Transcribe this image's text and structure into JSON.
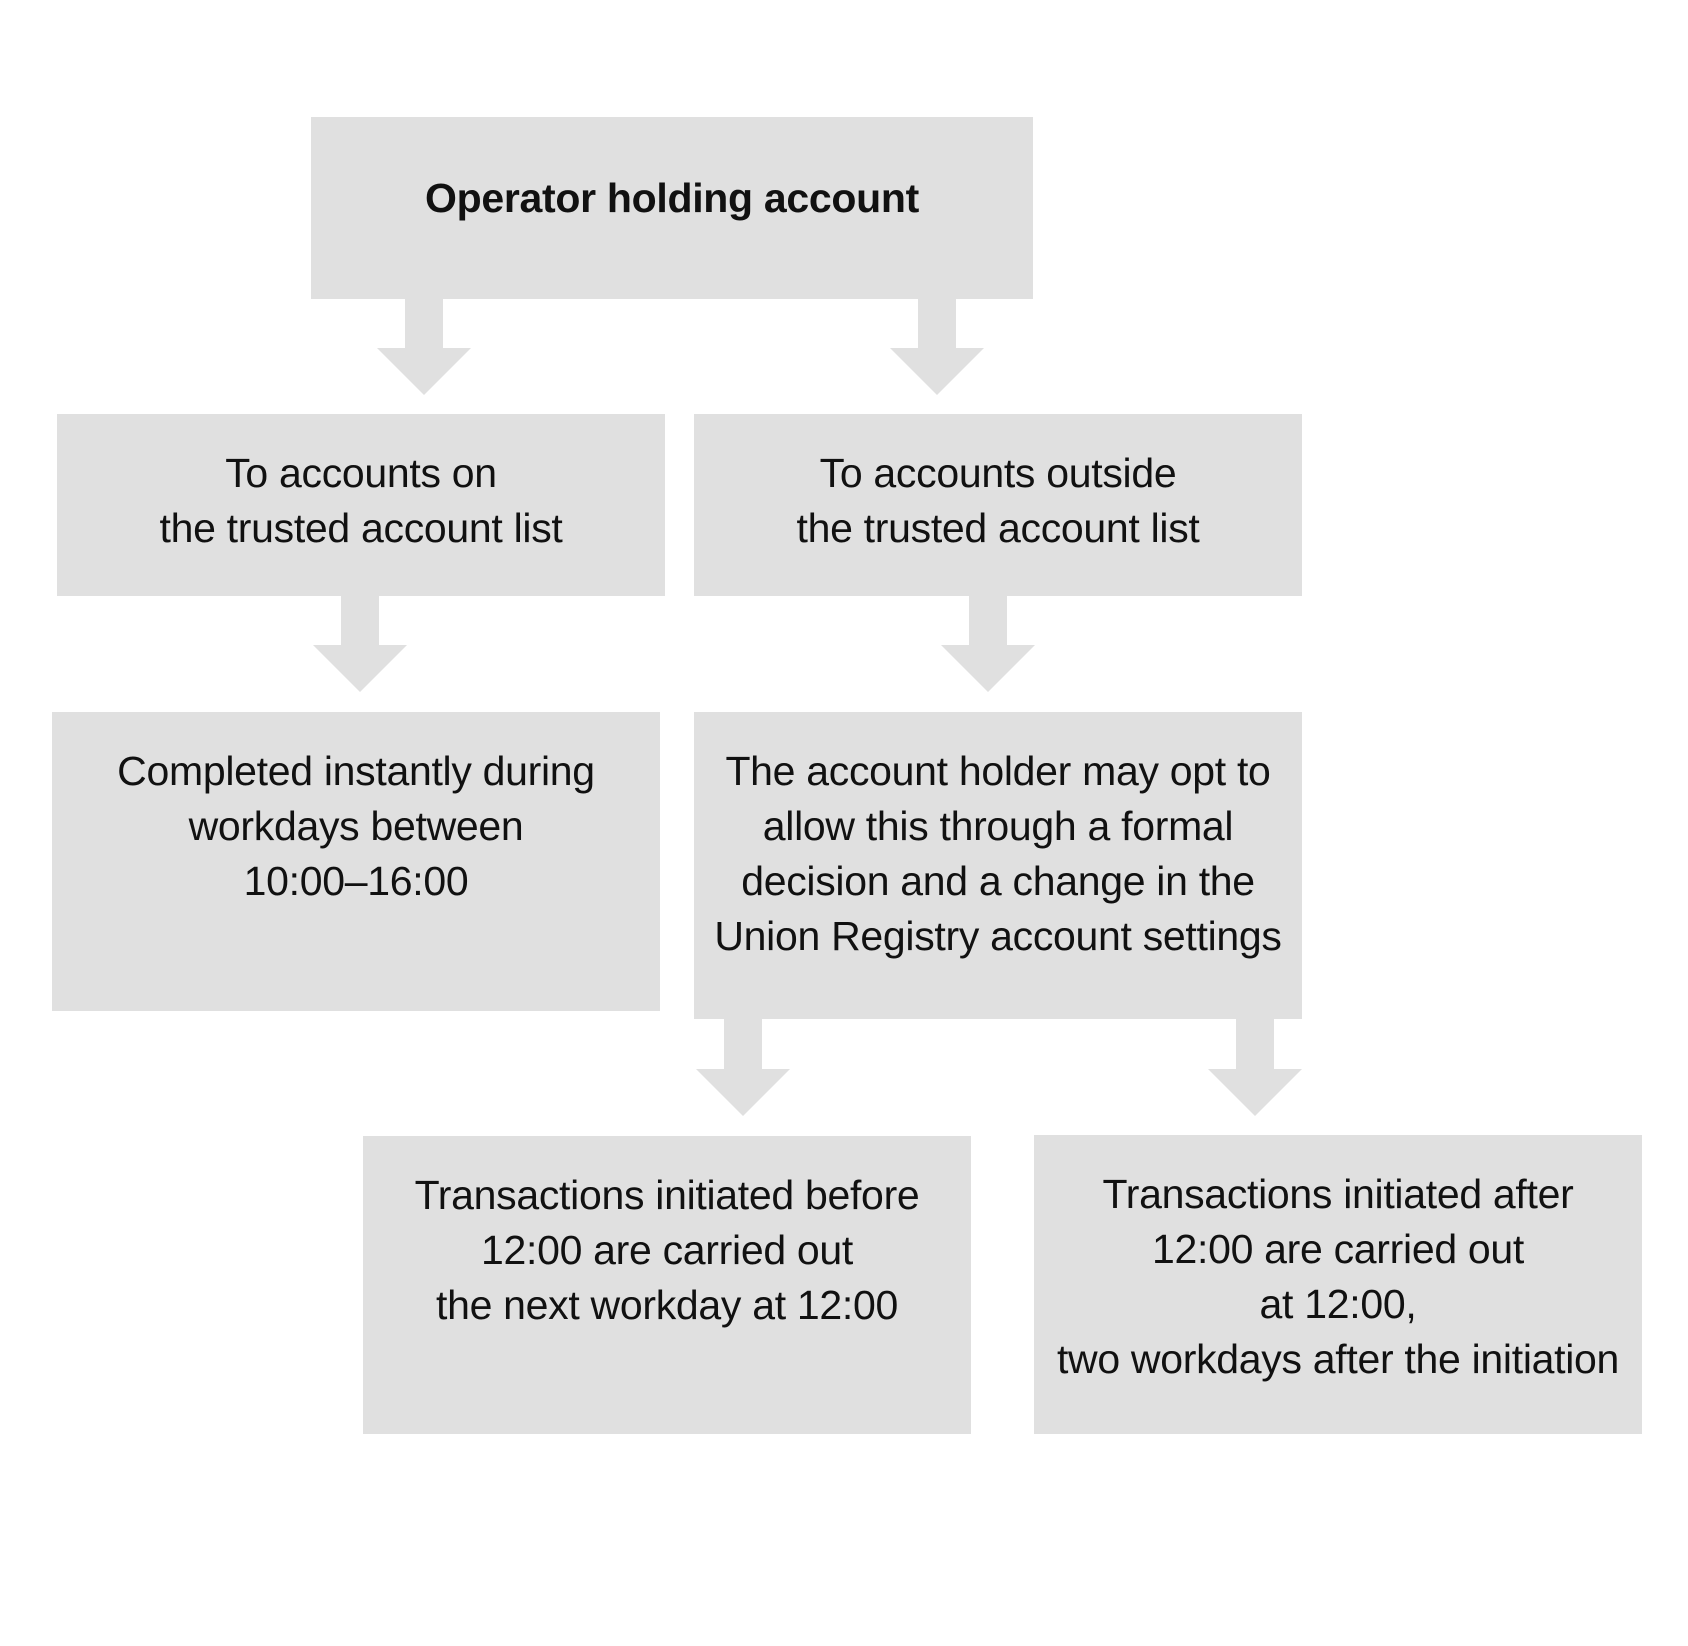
{
  "diagram": {
    "root": {
      "lines": [
        "Operator holding account"
      ]
    },
    "trusted": {
      "lines": [
        "To accounts on",
        "the trusted account list"
      ]
    },
    "outside": {
      "lines": [
        "To accounts outside",
        "the trusted account list"
      ]
    },
    "instant": {
      "lines": [
        "Completed instantly during",
        "workdays between",
        "10:00–16:00"
      ]
    },
    "opt": {
      "lines": [
        "The account holder may opt to",
        "allow this through a formal",
        "decision and a change in the",
        "Union Registry account settings"
      ]
    },
    "before": {
      "lines": [
        "Transactions initiated before",
        "12:00 are carried out",
        "the next workday at 12:00"
      ]
    },
    "after": {
      "lines": [
        "Transactions initiated after",
        "12:00 are carried out",
        "at 12:00,",
        "two workdays after the initiation"
      ]
    },
    "colors": {
      "box_fill": "#e0e0e0",
      "text": "#111111",
      "background": "#ffffff"
    }
  }
}
